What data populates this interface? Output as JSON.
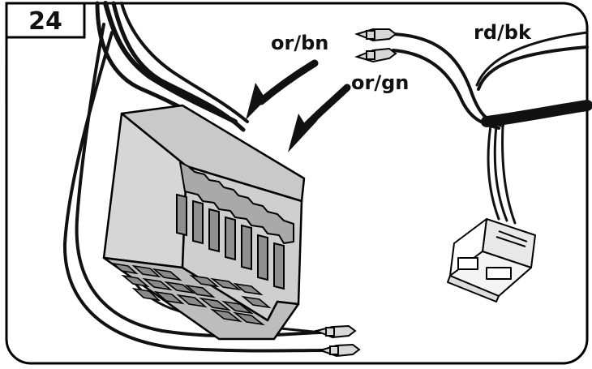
{
  "step_number": "24",
  "labels": {
    "or_bn": "or/bn",
    "or_gn": "or/gn",
    "rd_bk": "rd/bk"
  },
  "colors": {
    "connector_body": "#d3d3d3",
    "connector_shade": "#b9b9b9",
    "wire": "#111111",
    "outline": "#000000",
    "background": "#ffffff"
  }
}
